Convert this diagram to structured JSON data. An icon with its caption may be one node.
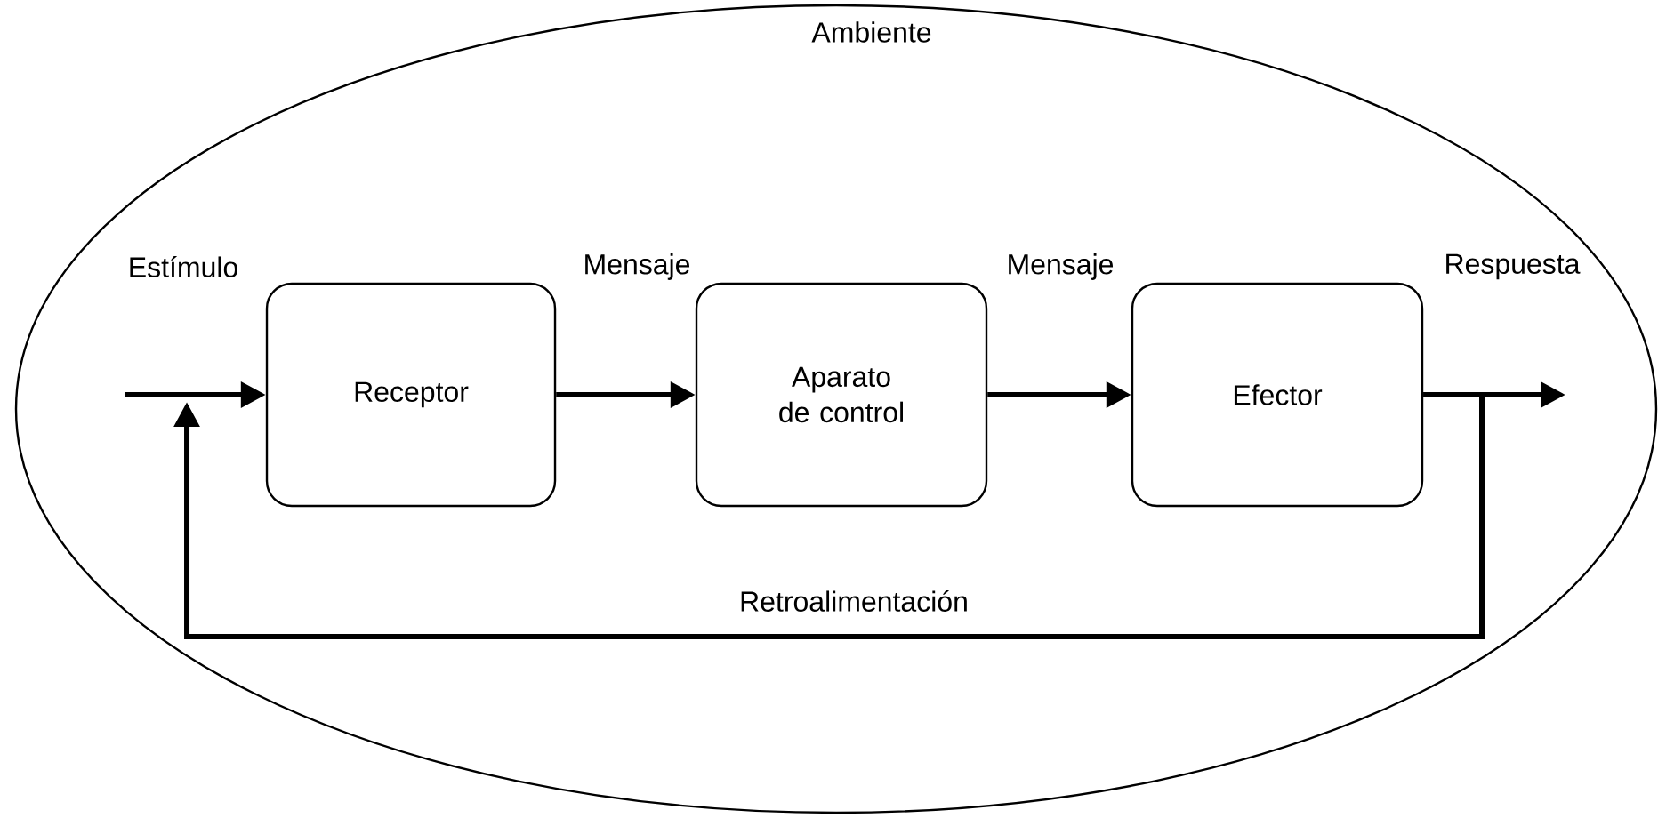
{
  "diagram": {
    "nodes": [
      {
        "text": [
          "Ambiente"
        ]
      },
      {
        "text": [
          "Receptor"
        ],
        "in": 0
      },
      {
        "text": [
          "Aparato de control"
        ],
        "in": 0
      },
      {
        "text": [
          "Efector"
        ],
        "in": 0
      }
    ],
    "edges": [
      {
        "from": null,
        "to": 1,
        "arrow": "to",
        "label": "Estímulo"
      },
      {
        "from": 1,
        "to": 2,
        "arrow": "to",
        "label": "Mensaje"
      },
      {
        "from": 2,
        "to": 3,
        "arrow": "to",
        "label": "Mensaje"
      },
      {
        "from": 3,
        "to": null,
        "arrow": "to",
        "label": "Respuesta"
      },
      {
        "from": 3,
        "to": null,
        "arrow": "to",
        "label": "Retroalimentación"
      }
    ]
  }
}
